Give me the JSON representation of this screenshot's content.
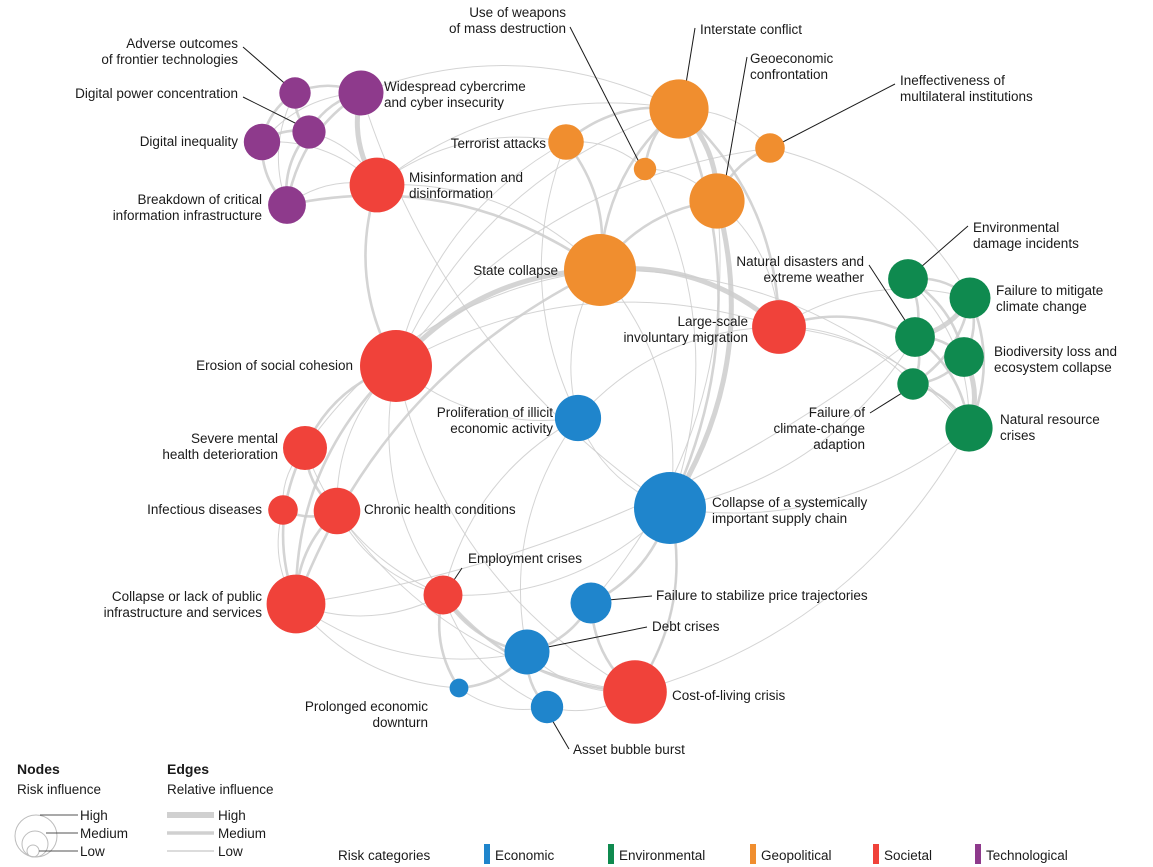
{
  "colors": {
    "Economic": "#1f85cc",
    "Environmental": "#0f8a4f",
    "Geopolitical": "#f08e2f",
    "Societal": "#f0423a",
    "Technological": "#8e3a8c",
    "edge": "#cdcdcd",
    "leader": "#1a1a1a"
  },
  "nodes": [
    {
      "id": "adverse",
      "label": [
        "Adverse outcomes",
        "of frontier technologies"
      ],
      "category": "Technological",
      "influence": 0.12
    },
    {
      "id": "cyber",
      "label": [
        "Widespread cybercrime",
        "and cyber insecurity"
      ],
      "category": "Technological",
      "influence": 0.32
    },
    {
      "id": "digpower",
      "label": [
        "Digital power concentration"
      ],
      "category": "Technological",
      "influence": 0.14
    },
    {
      "id": "diginequality",
      "label": [
        "Digital inequality"
      ],
      "category": "Technological",
      "influence": 0.18
    },
    {
      "id": "breakdown",
      "label": [
        "Breakdown of critical",
        "information infrastructure"
      ],
      "category": "Technological",
      "influence": 0.2
    },
    {
      "id": "wmd",
      "label": [
        "Use of weapons",
        "of mass destruction"
      ],
      "category": "Geopolitical",
      "influence": 0.04
    },
    {
      "id": "interstate",
      "label": [
        "Interstate conflict"
      ],
      "category": "Geopolitical",
      "influence": 0.63
    },
    {
      "id": "geoeconomic",
      "label": [
        "Geoeconomic",
        "confrontation"
      ],
      "category": "Geopolitical",
      "influence": 0.53
    },
    {
      "id": "terrorist",
      "label": [
        "Terrorist attacks"
      ],
      "category": "Geopolitical",
      "influence": 0.17
    },
    {
      "id": "multilateral",
      "label": [
        "Ineffectiveness of",
        "multilateral institutions"
      ],
      "category": "Geopolitical",
      "influence": 0.1
    },
    {
      "id": "statecollapse",
      "label": [
        "State collapse"
      ],
      "category": "Geopolitical",
      "influence": 1.0
    },
    {
      "id": "misinfo",
      "label": [
        "Misinformation and",
        "disinformation"
      ],
      "category": "Societal",
      "influence": 0.52
    },
    {
      "id": "erosion",
      "label": [
        "Erosion of social cohesion"
      ],
      "category": "Societal",
      "influence": 1.0
    },
    {
      "id": "migration",
      "label": [
        "Large-scale",
        "involuntary migration"
      ],
      "category": "Societal",
      "influence": 0.5
    },
    {
      "id": "mental",
      "label": [
        "Severe mental",
        "health deterioration"
      ],
      "category": "Societal",
      "influence": 0.3
    },
    {
      "id": "infectious",
      "label": [
        "Infectious diseases"
      ],
      "category": "Societal",
      "influence": 0.1
    },
    {
      "id": "chronic",
      "label": [
        "Chronic health conditions"
      ],
      "category": "Societal",
      "influence": 0.35
    },
    {
      "id": "publicinfra",
      "label": [
        "Collapse or lack of public",
        "infrastructure and services"
      ],
      "category": "Societal",
      "influence": 0.62
    },
    {
      "id": "employment",
      "label": [
        "Employment crises"
      ],
      "category": "Societal",
      "influence": 0.22
    },
    {
      "id": "costofliving",
      "label": [
        "Cost-of-living crisis"
      ],
      "category": "Societal",
      "influence": 0.75
    },
    {
      "id": "illicit",
      "label": [
        "Proliferation of illicit",
        "economic activity"
      ],
      "category": "Economic",
      "influence": 0.34
    },
    {
      "id": "supplychain",
      "label": [
        "Collapse of a systemically",
        "important supply chain"
      ],
      "category": "Economic",
      "influence": 1.0
    },
    {
      "id": "price",
      "label": [
        "Failure to stabilize price trajectories"
      ],
      "category": "Economic",
      "influence": 0.25
    },
    {
      "id": "debt",
      "label": [
        "Debt crises"
      ],
      "category": "Economic",
      "influence": 0.32
    },
    {
      "id": "prolonged",
      "label": [
        "Prolonged economic",
        "downturn"
      ],
      "category": "Economic",
      "influence": 0.02
    },
    {
      "id": "asset",
      "label": [
        "Asset bubble burst"
      ],
      "category": "Economic",
      "influence": 0.13
    },
    {
      "id": "envdamage",
      "label": [
        "Environmental",
        "damage incidents"
      ],
      "category": "Environmental",
      "influence": 0.23
    },
    {
      "id": "mitigate",
      "label": [
        "Failure to mitigate",
        "climate change"
      ],
      "category": "Environmental",
      "influence": 0.25
    },
    {
      "id": "disasters",
      "label": [
        "Natural disasters and",
        "extreme weather"
      ],
      "category": "Environmental",
      "influence": 0.23
    },
    {
      "id": "biodiversity",
      "label": [
        "Biodiversity loss and",
        "ecosystem collapse"
      ],
      "category": "Environmental",
      "influence": 0.23
    },
    {
      "id": "adaptation",
      "label": [
        "Failure of",
        "climate-change",
        "adaption"
      ],
      "category": "Environmental",
      "influence": 0.12
    },
    {
      "id": "resources",
      "label": [
        "Natural resource",
        "crises"
      ],
      "category": "Environmental",
      "influence": 0.36
    }
  ],
  "edges": [
    [
      "adverse",
      "cyber",
      2
    ],
    [
      "adverse",
      "digpower",
      2
    ],
    [
      "adverse",
      "diginequality",
      2
    ],
    [
      "adverse",
      "breakdown",
      1
    ],
    [
      "cyber",
      "digpower",
      2
    ],
    [
      "cyber",
      "diginequality",
      1
    ],
    [
      "cyber",
      "breakdown",
      2
    ],
    [
      "cyber",
      "misinfo",
      3
    ],
    [
      "digpower",
      "diginequality",
      2
    ],
    [
      "digpower",
      "breakdown",
      2
    ],
    [
      "digpower",
      "misinfo",
      1
    ],
    [
      "diginequality",
      "breakdown",
      2
    ],
    [
      "diginequality",
      "misinfo",
      1
    ],
    [
      "breakdown",
      "misinfo",
      1
    ],
    [
      "misinfo",
      "erosion",
      2
    ],
    [
      "misinfo",
      "statecollapse",
      1
    ],
    [
      "misinfo",
      "interstate",
      1
    ],
    [
      "misinfo",
      "terrorist",
      1
    ],
    [
      "breakdown",
      "statecollapse",
      2
    ],
    [
      "cyber",
      "interstate",
      1
    ],
    [
      "cyber",
      "supplychain",
      1
    ],
    [
      "interstate",
      "geoeconomic",
      3
    ],
    [
      "interstate",
      "terrorist",
      2
    ],
    [
      "interstate",
      "wmd",
      2
    ],
    [
      "interstate",
      "statecollapse",
      2
    ],
    [
      "interstate",
      "multilateral",
      1
    ],
    [
      "interstate",
      "migration",
      2
    ],
    [
      "interstate",
      "supplychain",
      2
    ],
    [
      "interstate",
      "erosion",
      1
    ],
    [
      "geoeconomic",
      "statecollapse",
      2
    ],
    [
      "geoeconomic",
      "multilateral",
      2
    ],
    [
      "geoeconomic",
      "supplychain",
      3
    ],
    [
      "geoeconomic",
      "wmd",
      1
    ],
    [
      "geoeconomic",
      "price",
      1
    ],
    [
      "geoeconomic",
      "migration",
      1
    ],
    [
      "terrorist",
      "statecollapse",
      2
    ],
    [
      "terrorist",
      "erosion",
      1
    ],
    [
      "terrorist",
      "wmd",
      1
    ],
    [
      "statecollapse",
      "erosion",
      3
    ],
    [
      "statecollapse",
      "migration",
      3
    ],
    [
      "statecollapse",
      "illicit",
      1
    ],
    [
      "statecollapse",
      "publicinfra",
      2
    ],
    [
      "statecollapse",
      "mental",
      1
    ],
    [
      "statecollapse",
      "supplychain",
      1
    ],
    [
      "erosion",
      "migration",
      1
    ],
    [
      "erosion",
      "mental",
      2
    ],
    [
      "erosion",
      "publicinfra",
      2
    ],
    [
      "erosion",
      "chronic",
      1
    ],
    [
      "erosion",
      "employment",
      1
    ],
    [
      "erosion",
      "costofliving",
      1
    ],
    [
      "erosion",
      "illicit",
      1
    ],
    [
      "migration",
      "disasters",
      2
    ],
    [
      "migration",
      "mitigate",
      1
    ],
    [
      "migration",
      "illicit",
      1
    ],
    [
      "migration",
      "resources",
      1
    ],
    [
      "mental",
      "chronic",
      2
    ],
    [
      "mental",
      "infectious",
      1
    ],
    [
      "mental",
      "publicinfra",
      2
    ],
    [
      "mental",
      "employment",
      1
    ],
    [
      "infectious",
      "chronic",
      2
    ],
    [
      "infectious",
      "publicinfra",
      1
    ],
    [
      "chronic",
      "publicinfra",
      2
    ],
    [
      "chronic",
      "employment",
      1
    ],
    [
      "chronic",
      "costofliving",
      1
    ],
    [
      "publicinfra",
      "employment",
      1
    ],
    [
      "publicinfra",
      "debt",
      1
    ],
    [
      "publicinfra",
      "prolonged",
      1
    ],
    [
      "employment",
      "costofliving",
      2
    ],
    [
      "employment",
      "debt",
      2
    ],
    [
      "employment",
      "prolonged",
      2
    ],
    [
      "employment",
      "asset",
      1
    ],
    [
      "costofliving",
      "price",
      2
    ],
    [
      "costofliving",
      "debt",
      1
    ],
    [
      "costofliving",
      "asset",
      1
    ],
    [
      "costofliving",
      "supplychain",
      1
    ],
    [
      "debt",
      "price",
      2
    ],
    [
      "debt",
      "asset",
      2
    ],
    [
      "debt",
      "prolonged",
      2
    ],
    [
      "supplychain",
      "price",
      2
    ],
    [
      "supplychain",
      "costofliving",
      2
    ],
    [
      "supplychain",
      "resources",
      1
    ],
    [
      "supplychain",
      "disasters",
      1
    ],
    [
      "supplychain",
      "illicit",
      1
    ],
    [
      "supplychain",
      "employment",
      1
    ],
    [
      "illicit",
      "terrorist",
      1
    ],
    [
      "illicit",
      "debt",
      1
    ],
    [
      "illicit",
      "employment",
      1
    ],
    [
      "envdamage",
      "mitigate",
      2
    ],
    [
      "envdamage",
      "disasters",
      2
    ],
    [
      "envdamage",
      "biodiversity",
      2
    ],
    [
      "envdamage",
      "resources",
      1
    ],
    [
      "mitigate",
      "disasters",
      3
    ],
    [
      "mitigate",
      "biodiversity",
      2
    ],
    [
      "mitigate",
      "adaptation",
      2
    ],
    [
      "mitigate",
      "resources",
      2
    ],
    [
      "disasters",
      "biodiversity",
      2
    ],
    [
      "disasters",
      "adaptation",
      2
    ],
    [
      "disasters",
      "resources",
      2
    ],
    [
      "biodiversity",
      "adaptation",
      2
    ],
    [
      "biodiversity",
      "resources",
      3
    ],
    [
      "adaptation",
      "resources",
      2
    ],
    [
      "resources",
      "statecollapse",
      1
    ],
    [
      "resources",
      "costofliving",
      1
    ],
    [
      "disasters",
      "publicinfra",
      1
    ],
    [
      "adaptation",
      "migration",
      1
    ],
    [
      "multilateral",
      "mitigate",
      1
    ],
    [
      "multilateral",
      "erosion",
      1
    ],
    [
      "wmd",
      "supplychain",
      1
    ],
    [
      "asset",
      "prolonged",
      1
    ]
  ],
  "legend": {
    "nodes_title": "Nodes",
    "nodes_subtitle": "Risk influence",
    "edges_title": "Edges",
    "edges_subtitle": "Relative influence",
    "levels": [
      "High",
      "Medium",
      "Low"
    ],
    "categories_title": "Risk categories",
    "categories": [
      "Economic",
      "Environmental",
      "Geopolitical",
      "Societal",
      "Technological"
    ]
  }
}
